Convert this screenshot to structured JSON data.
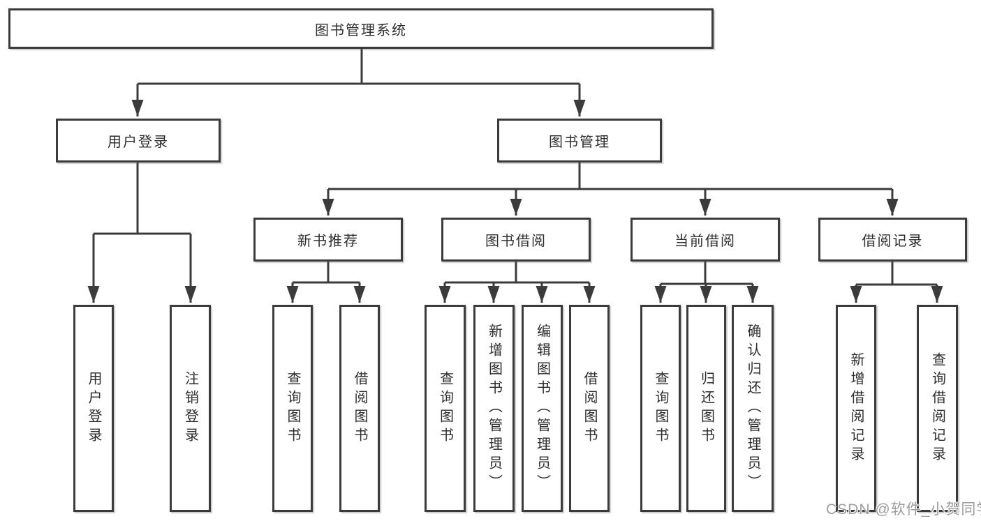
{
  "diagram": {
    "root": {
      "label": "图书管理系统"
    },
    "branches": [
      {
        "label": "用户登录",
        "children": [
          {
            "label": "用户登录"
          },
          {
            "label": "注销登录"
          }
        ]
      },
      {
        "label": "图书管理",
        "children": [
          {
            "label": "新书推荐",
            "children": [
              {
                "label": "查询图书"
              },
              {
                "label": "借阅图书"
              }
            ]
          },
          {
            "label": "图书借阅",
            "children": [
              {
                "label": "查询图书"
              },
              {
                "label": "新增图书（管理员）"
              },
              {
                "label": "编辑图书（管理员）"
              },
              {
                "label": "借阅图书"
              }
            ]
          },
          {
            "label": "当前借阅",
            "children": [
              {
                "label": "查询图书"
              },
              {
                "label": "归还图书"
              },
              {
                "label": "确认归还（管理员）"
              }
            ]
          },
          {
            "label": "借阅记录",
            "children": [
              {
                "label": "新增借阅记录"
              },
              {
                "label": "查询借阅记录"
              }
            ]
          }
        ]
      }
    ]
  },
  "watermark": {
    "text": "CSDN @软件_小贺同学"
  },
  "colors": {
    "line": "#3b3b3b",
    "box_border": "#3b3b3b",
    "text": "#2d2d2d",
    "watermark": "#9d9d9d",
    "background": "#ffffff"
  }
}
